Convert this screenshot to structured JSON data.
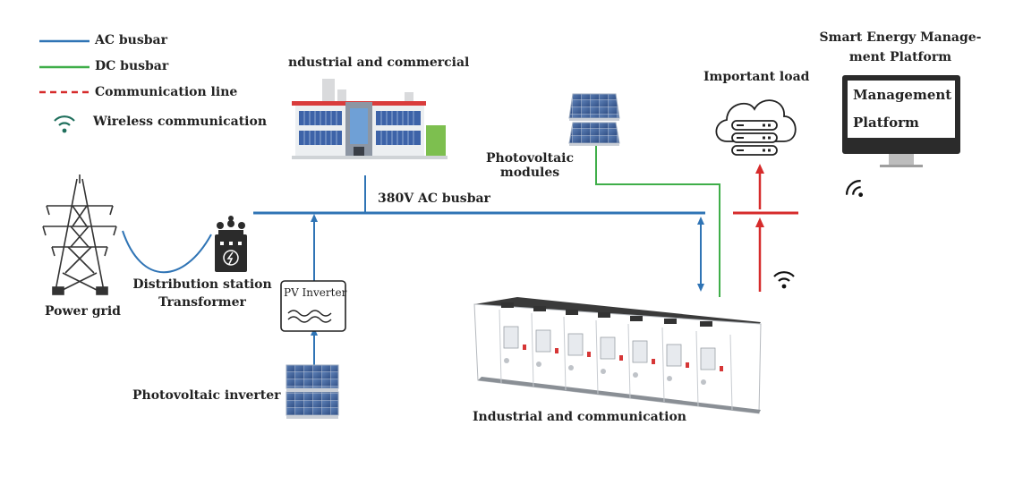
{
  "colors": {
    "ac_busbar": "#2f74b5",
    "dc_busbar": "#3fae49",
    "communication_line": "#d62b2b",
    "wireless": "#1f6f5c",
    "text": "#222222"
  },
  "legend": {
    "ac_busbar": "AC busbar",
    "dc_busbar": "DC busbar",
    "communication_line": "Communication line",
    "wireless": "Wireless communication"
  },
  "nodes": {
    "power_grid": "Power grid",
    "transformer_line1": "Distribution station",
    "transformer_line2": "Transformer",
    "pv_inverter_box": "PV Inverter",
    "pv_inverter_label": "Photovoltaic inverter",
    "commercial_building": "ndustrial and commercial",
    "busbar_label": "380V AC busbar",
    "pv_modules_line1": "Photovoltaic",
    "pv_modules_line2": "modules",
    "important_load": "Important load",
    "platform_title_line1": "Smart Energy Manage-",
    "platform_title_line2": "ment Platform",
    "platform_screen_line1": "Management",
    "platform_screen_line2": "Platform",
    "storage_cabinet": "Industrial and communication"
  }
}
